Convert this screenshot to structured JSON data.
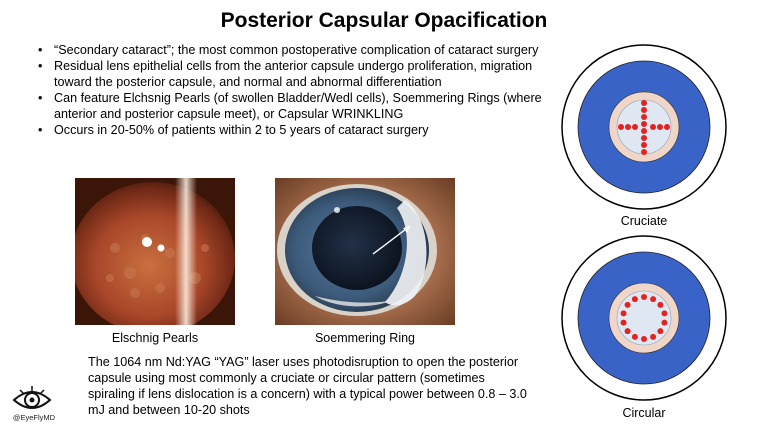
{
  "title": "Posterior Capsular Opacification",
  "bullets": [
    "“Secondary cataract”; the most common postoperative complication of cataract surgery",
    " Residual lens epithelial cells from the anterior capsule undergo proliferation, migration toward the posterior capsule, and normal and abnormal differentiation",
    "Can feature Elchsnig Pearls (of swollen Bladder/Wedl cells),  Soemmering Rings (where anterior and posterior capsule meet), or Capsular WRINKLING",
    "Occurs in 20-50% of patients within 2 to 5 years of cataract surgery"
  ],
  "photos": [
    {
      "caption": "Elschnig Pearls"
    },
    {
      "caption": "Soemmering Ring"
    }
  ],
  "paragraph": "The 1064 nm Nd:YAG “YAG” laser uses photodisruption to open the posterior capsule using most commonly a cruciate or circular pattern (sometimes spiraling if lens dislocation is a concern) with a typical power between 0.8 – 3.0 mJ and between 10-20 shots",
  "diagrams": [
    {
      "caption": "Cruciate"
    },
    {
      "caption": "Circular"
    }
  ],
  "logo": {
    "handle": "@EyeFlyMD",
    "icon": "eye-logo-icon"
  },
  "colors": {
    "iris_blue": "#3a63c8",
    "lens_ring": "#f0d6c8",
    "laser_dot": "#e32222",
    "pupil": "#dfe8f2"
  }
}
